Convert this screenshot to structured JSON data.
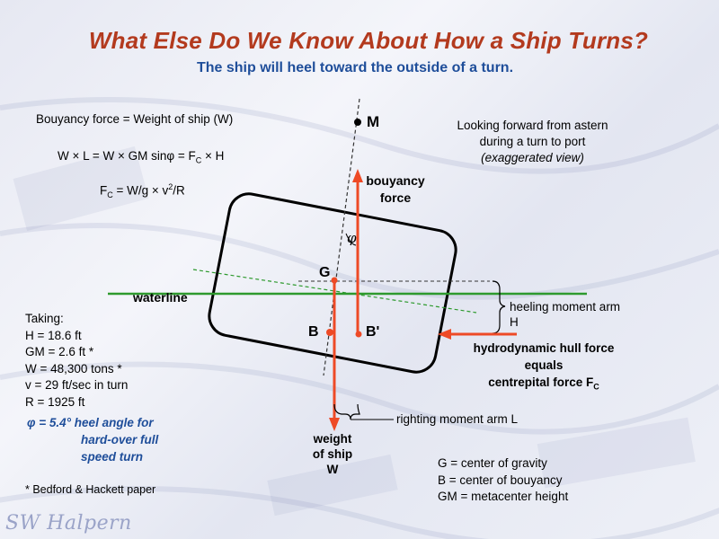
{
  "title": "What Else Do We Know About How a Ship Turns?",
  "subtitle": "The ship will heel toward the outside of a turn.",
  "equations": {
    "line1": "Bouyancy force = Weight of ship (W)",
    "line2": "W × L = W × GM sinφ = F",
    "line2_sub": "C",
    "line2_end": " × H",
    "line3_pre": "F",
    "line3_sub": "C",
    "line3_mid": " = W/g × v",
    "line3_sup": "2",
    "line3_end": "/R"
  },
  "view_note": {
    "line1": "Looking forward from astern",
    "line2": "during a turn to port",
    "line3": "(exaggerated view)"
  },
  "labels": {
    "M": "M",
    "G": "G",
    "B": "B",
    "B_prime": "B'",
    "phi": "φ",
    "bouyancy_force_1": "bouyancy",
    "bouyancy_force_2": "force",
    "waterline": "waterline",
    "heeling_arm_1": "heeling moment arm",
    "heeling_arm_2": "H",
    "hydro_1": "hydrodynamic hull force",
    "hydro_2": "equals",
    "hydro_3": "centrepital force F",
    "hydro_3_sub": "C",
    "righting_arm": "righting moment arm L",
    "weight_1": "weight",
    "weight_2": "of ship",
    "weight_3": "W"
  },
  "taking": {
    "header": "Taking:",
    "items": [
      "H = 18.6 ft",
      "GM = 2.6 ft *",
      "W = 48,300 tons *",
      "v = 29 ft/sec in turn",
      "R = 1925 ft"
    ],
    "result_1": "φ = 5.4° heel angle for",
    "result_2": "hard-over full",
    "result_3": "speed turn"
  },
  "footnote": "* Bedford & Hackett paper",
  "legend": [
    "G = center of gravity",
    "B = center of bouyancy",
    "GM = metacenter height"
  ],
  "signature": "SW Halpern",
  "colors": {
    "title": "#b33a1e",
    "subtitle": "#1f4e9a",
    "force_arrow": "#ee4a26",
    "waterline": "#2e9a2e",
    "heel_result": "#1f4e9a"
  }
}
